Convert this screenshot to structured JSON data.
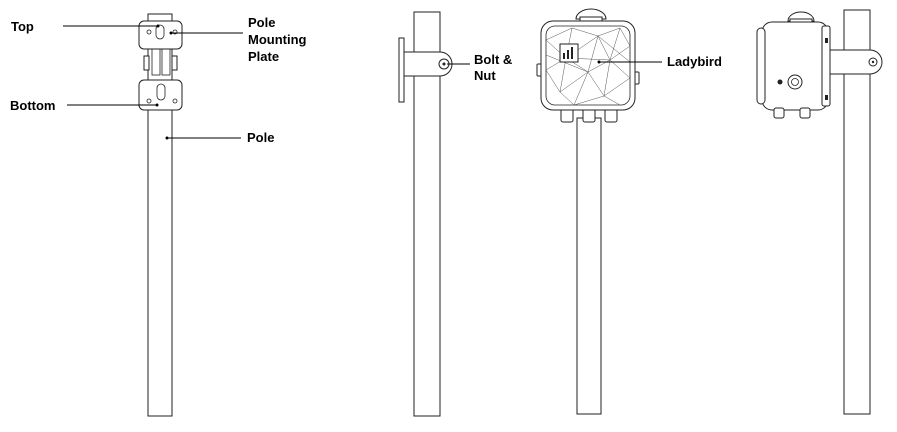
{
  "labels": {
    "top": "Top",
    "bottom": "Bottom",
    "plate_line1": "Pole",
    "plate_line2": "Mounting",
    "plate_line3": "Plate",
    "pole": "Pole",
    "bolt_line1": "Bolt &",
    "bolt_line2": "Nut",
    "ladybird": "Ladybird"
  }
}
